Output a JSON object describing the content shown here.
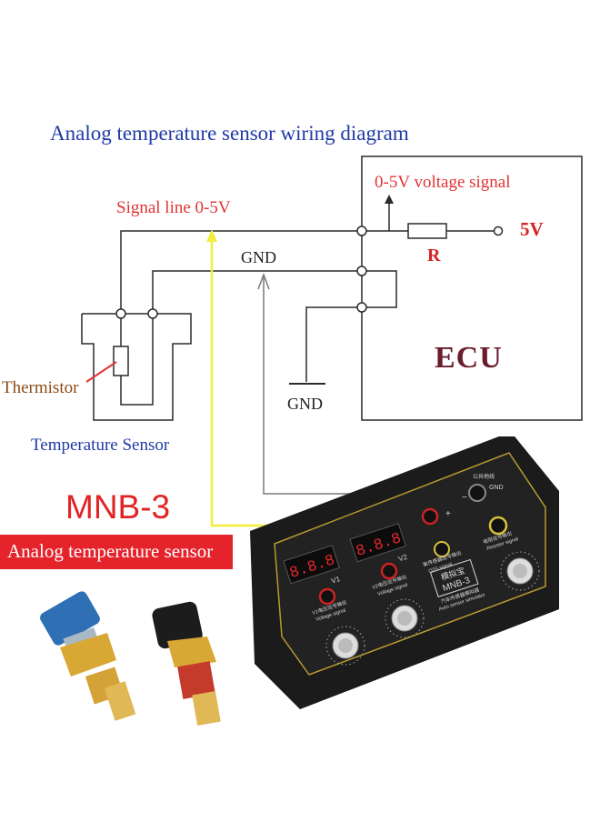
{
  "diagram": {
    "title": "Analog temperature sensor wiring diagram",
    "signal_line_label": "Signal line 0-5V",
    "voltage_signal_label": "0-5V voltage signal",
    "supply_label": "5V",
    "resistor_label": "R",
    "gnd_label_top": "GND",
    "gnd_label_bottom": "GND",
    "ecu_label": "ECU",
    "thermistor_label": "Thermistor",
    "sensor_label": "Temperature Sensor"
  },
  "product": {
    "model": "MNB-3",
    "banner": "Analog temperature sensor",
    "panel": {
      "brand": "模拟宝",
      "model": "MNB-3",
      "subtitle": "汽车传感器模拟器",
      "subtitle_en": "Auto sensor simulator",
      "display_v1": "8.8.8",
      "display_v2": "8.8.8",
      "v1_label": "V1",
      "v2_label": "V2",
      "gnd_label": "GND",
      "public_gnd": "公共地线",
      "plus": "+",
      "minus": "−",
      "v1_output": "V1电压信号输出",
      "v1_output_en": "Voltage signal",
      "v2_output": "V2电压信号输出",
      "v2_output_en": "Voltage signal",
      "o2_output": "氧传感器信号输出",
      "o2_output_en": "O2S signal",
      "resistor_output": "电阻信号输出",
      "resistor_output_en": "Resistor signal"
    }
  },
  "colors": {
    "title_blue": "#1f3aa6",
    "label_red": "#e03434",
    "ecu_maroon": "#6b1c2a",
    "wire_yellow": "#f2ee3a",
    "banner_red": "#e4232b",
    "device_black": "#1b1b1b",
    "display_red": "#e8262b"
  }
}
